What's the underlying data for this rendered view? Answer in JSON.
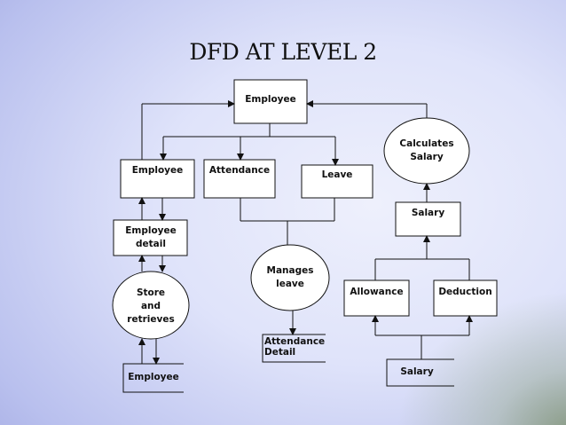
{
  "title": "DFD AT LEVEL 2",
  "entities": {
    "employee_top": "Employee",
    "employee_bottom": "Employee"
  },
  "stores": {
    "employee": "Employee",
    "attendance": "Attendance",
    "leave": "Leave",
    "employee_detail": "Employee detail",
    "salary": "Salary",
    "allowance": "Allowance",
    "deduction": "Deduction"
  },
  "processes": {
    "calculates_salary": "Calculates Salary",
    "store_and_retrieves": "Store and retrieves",
    "manages_leave": "Manages leave"
  },
  "data_stores": {
    "attendance_detail": "Attendance Detail",
    "salary": "Salary"
  }
}
